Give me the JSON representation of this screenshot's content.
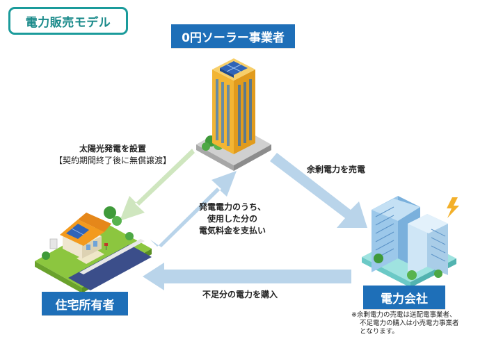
{
  "title": "電力販売モデル",
  "nodes": {
    "solar_company": "0円ソーラー事業者",
    "homeowner": "住宅所有者",
    "power_company": "電力会社"
  },
  "flows": {
    "install": {
      "line1": "太陽光発電を設置",
      "line2": "【契約期間終了後に無償譲渡】"
    },
    "sell_surplus": "余剰電力を売電",
    "pay_usage": {
      "line1": "発電電力のうち、",
      "line2": "使用した分の",
      "line3": "電気料金を支払い"
    },
    "buy_shortfall": "不足分の電力を購入"
  },
  "note": {
    "line1": "※余剰電力の売電は送配電事業者、",
    "line2": "不足電力の購入は小売電力事業者",
    "line3": "となります。"
  },
  "colors": {
    "accent_teal": "#1a9b9b",
    "label_blue": "#1e6fb8",
    "arrow_blue": "#b9d4ea",
    "arrow_green": "#cfe6bf"
  }
}
